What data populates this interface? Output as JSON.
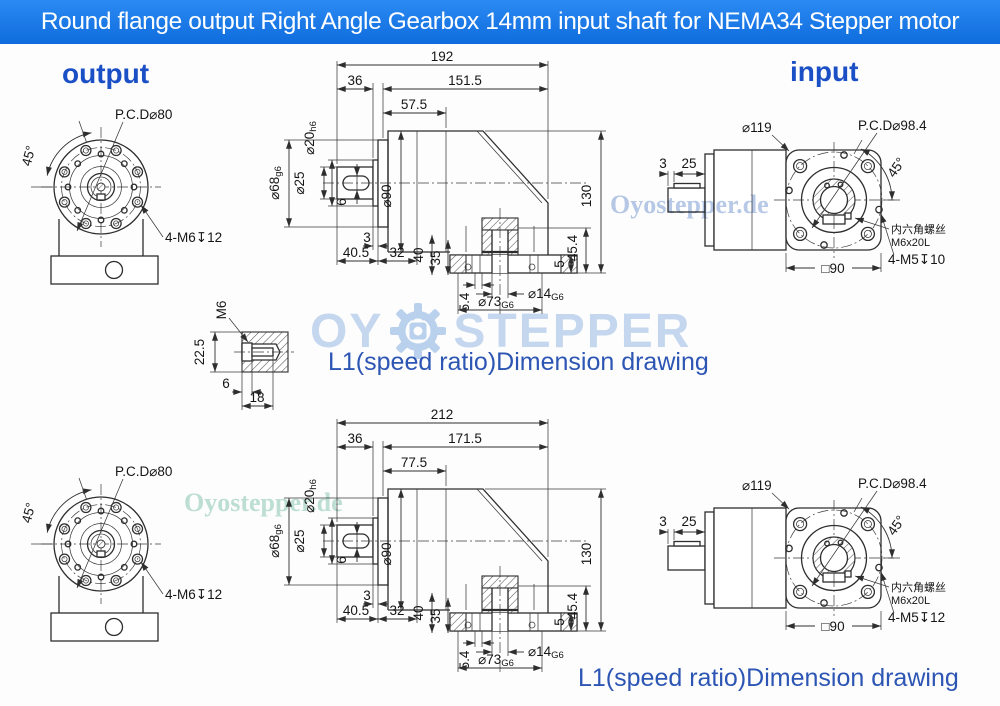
{
  "header": {
    "title": "Round flange output Right Angle Gearbox 14mm input shaft for NEMA34 Stepper motor",
    "bg_color": "#1373e8",
    "text_color": "#ffffff"
  },
  "labels": {
    "output": "output",
    "input": "input"
  },
  "captions": {
    "mid": "L1(speed ratio)Dimension drawing",
    "bottom": "L1(speed ratio)Dimension drawing"
  },
  "watermarks": {
    "brand_prefix": "OY",
    "brand_suffix": "STEPPER",
    "gear_icon": "gear-with-stepper-motor",
    "site_top": "Oyostepper.de",
    "site_bottom": "Oyostepper.de"
  },
  "colors": {
    "accent_blue": "#1b4fc5",
    "caption_blue": "#2c55b4",
    "watermark_blue": "#c6d9f1",
    "watermark_green": "#bfe0d5",
    "line_color": "#2e2e2e"
  },
  "output_view": {
    "pcd": "P.C.D⌀80",
    "angle": "45°",
    "bolts": "4-M6↧12"
  },
  "input_view": {
    "dia": "⌀119",
    "pcd": "P.C.D⌀98.4",
    "angle": "45°",
    "d3": "3",
    "d25": "25",
    "square": "□90",
    "screw_cn": "内六角螺丝",
    "screw_spec": "M6x20L",
    "bolts_top": "4-M5↧10",
    "bolts_bottom": "4-M5↧12"
  },
  "side": {
    "top_total": "192",
    "top_len": "151.5",
    "top_gear": "57.5",
    "bot_total": "212",
    "bot_len": "171.5",
    "bot_gear": "77.5",
    "shaft": "36",
    "d20": {
      "main": "⌀20",
      "sub": "h6"
    },
    "d68": {
      "main": "⌀68",
      "sub": "g6"
    },
    "d25": "⌀25",
    "key": "6",
    "d90": "⌀90",
    "h130": "130",
    "d3": "3",
    "d405": "40.5",
    "d32": "32",
    "d40": "40",
    "d35": "35",
    "d54": "5.4",
    "d5": "5",
    "d454": "45.4",
    "d73": {
      "main": "⌀73",
      "sub": "G6"
    },
    "d14": {
      "main": "⌀14",
      "sub": "G6"
    }
  },
  "m6": {
    "thread": "M6",
    "h": "22.5",
    "w": "6",
    "len": "18"
  }
}
